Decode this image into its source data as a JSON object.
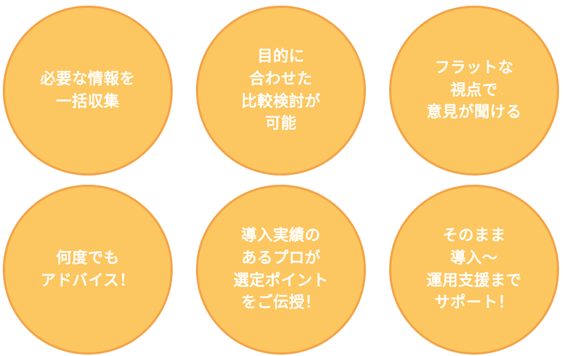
{
  "colors": {
    "circle_fill": "#fcc660",
    "circle_border": "#f2a347",
    "text": "#ffffff"
  },
  "circles": [
    {
      "label": "必要な情報を\n一括収集"
    },
    {
      "label": "目的に\n合わせた\n比較検討が\n可能"
    },
    {
      "label": "フラットな\n視点で\n意見が聞ける"
    },
    {
      "label": "何度でも\nアドバイス！"
    },
    {
      "label": "導入実績の\nあるプロが\n選定ポイント\nをご伝授！"
    },
    {
      "label": "そのまま\n導入～\n運用支援まで\nサポート！"
    }
  ]
}
